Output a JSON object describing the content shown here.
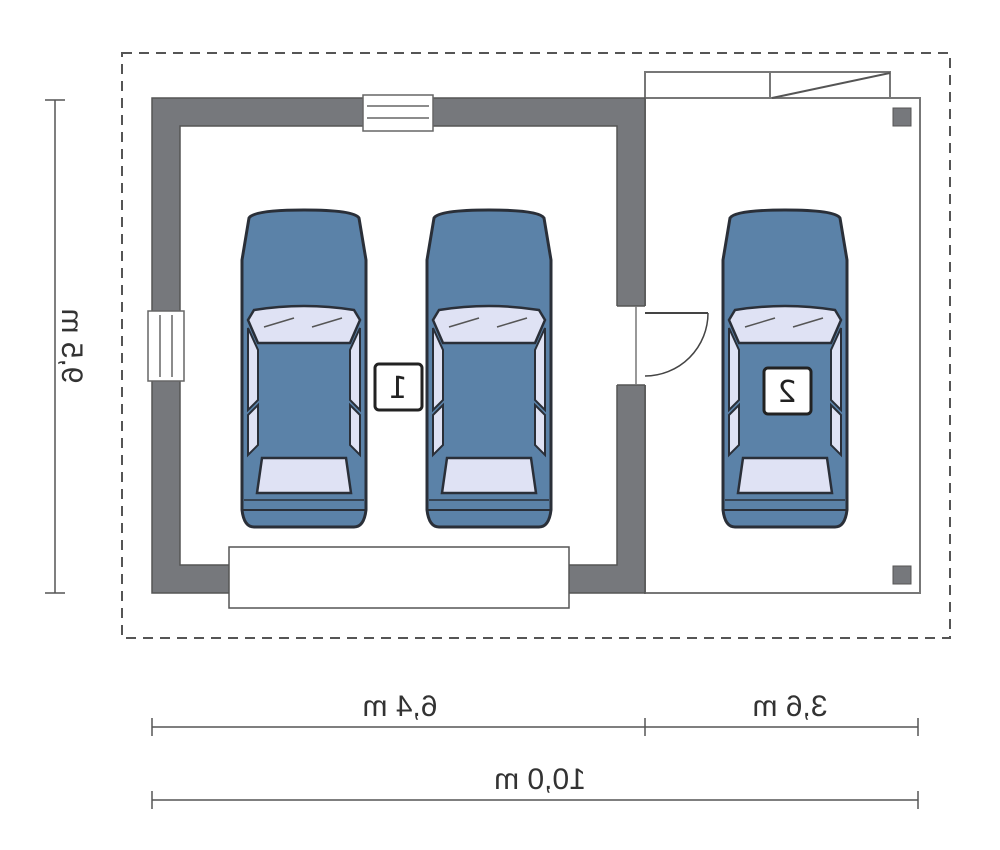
{
  "plan": {
    "title": "Garage floor plan",
    "dimensions": {
      "depth": "9,5 m",
      "garage_width": "6,4 m",
      "carport_width": "3,6 m",
      "total_width": "10,0 m"
    },
    "spaces": [
      {
        "label": "1",
        "area": "garage"
      },
      {
        "label": "2",
        "area": "carport"
      }
    ]
  },
  "colors": {
    "wall": "#76787c",
    "car_body": "#5b82a8",
    "car_glass": "#dfe2f4",
    "outline": "#333333"
  }
}
